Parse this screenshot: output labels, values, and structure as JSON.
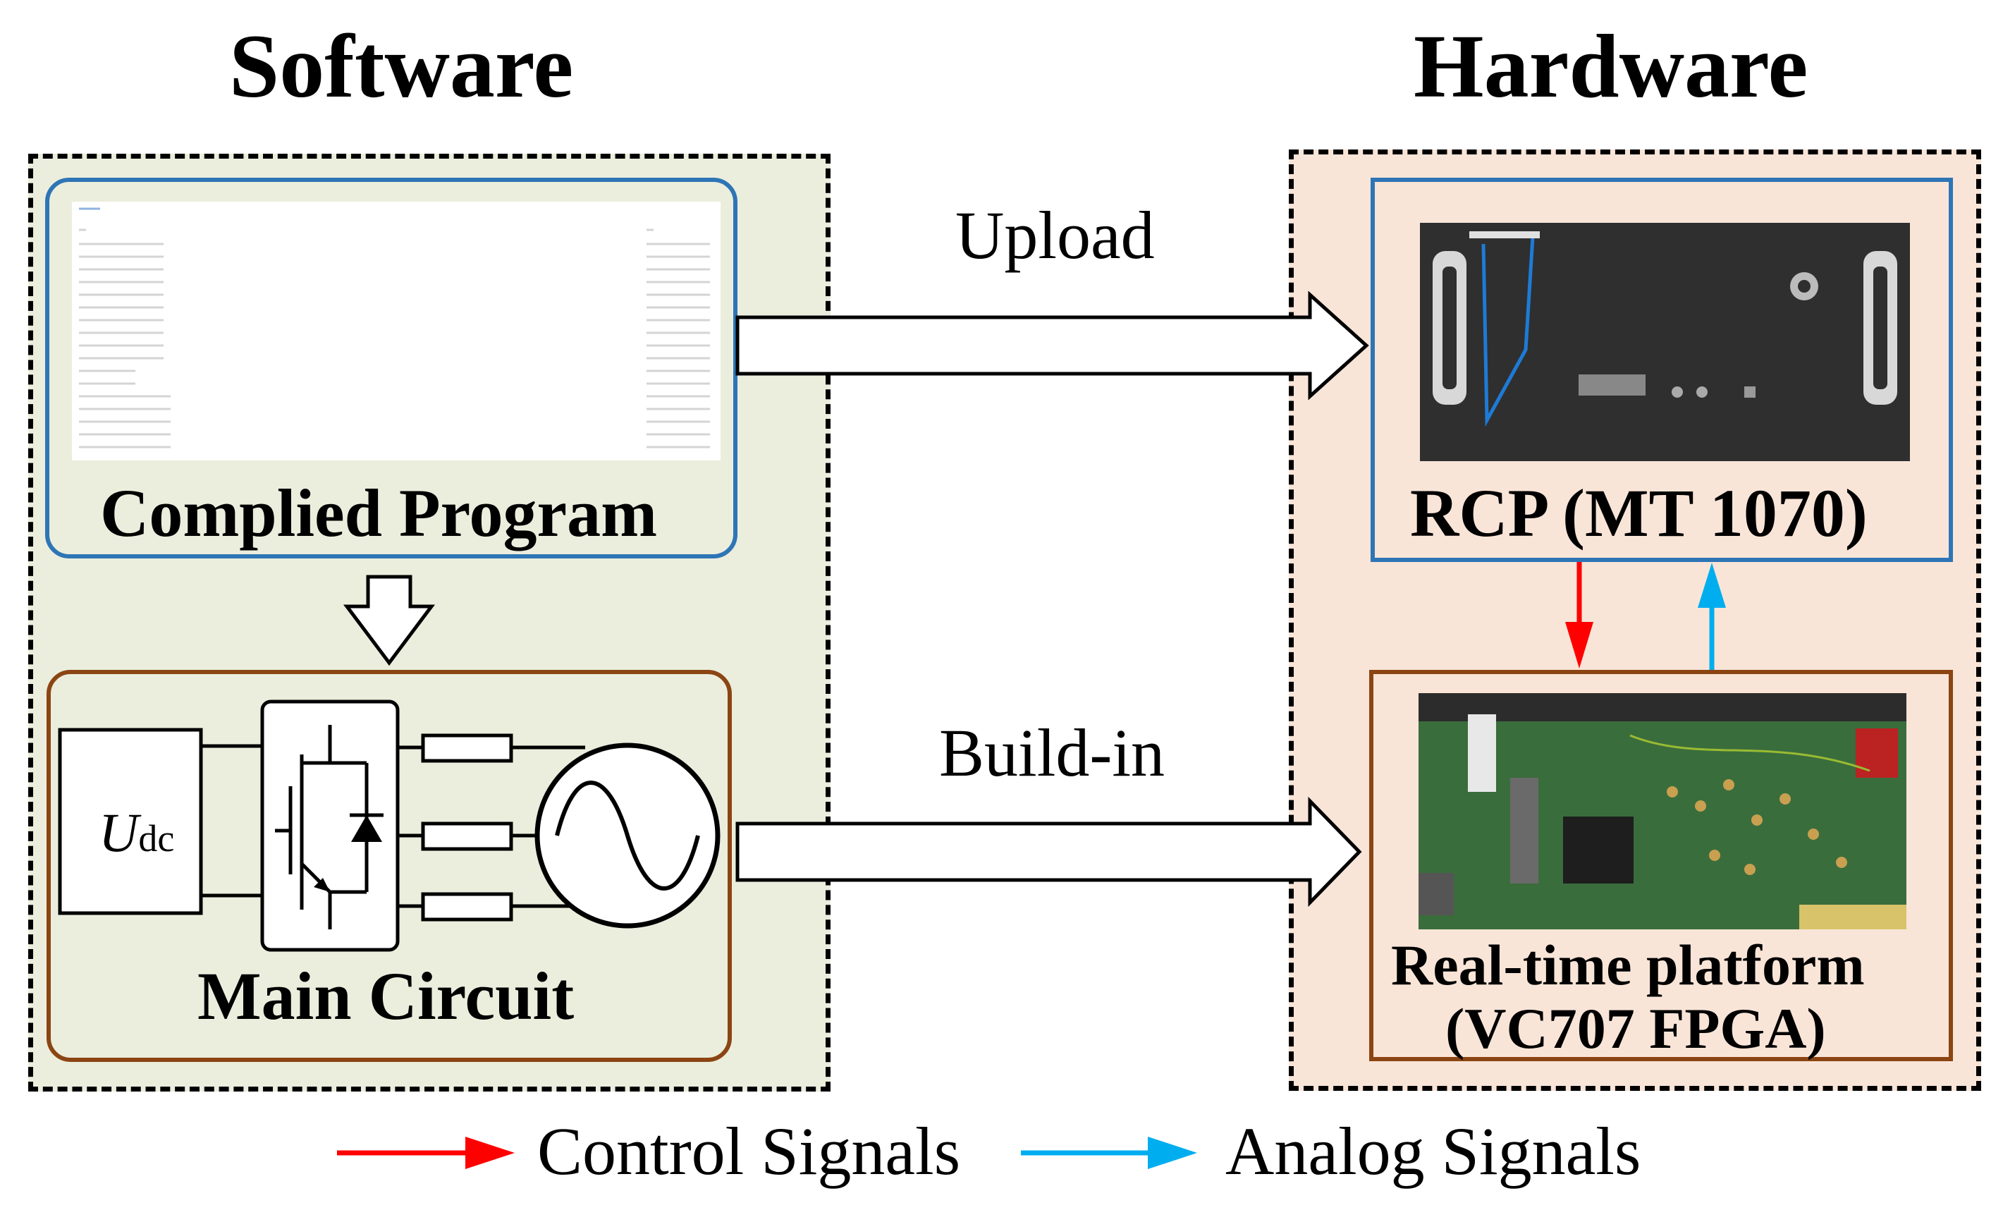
{
  "software": {
    "title": "Software",
    "compiled_program_label": "Complied Program",
    "main_circuit_label": "Main Circuit",
    "udc_symbol": "U",
    "udc_subscript": "dc"
  },
  "hardware": {
    "title": "Hardware",
    "rcp_label": "RCP (MT 1070)",
    "platform_label_line1": "Real-time platform",
    "platform_label_line2": "(VC707 FPGA)"
  },
  "arrows": {
    "upload": "Upload",
    "build_in": "Build-in"
  },
  "legend": {
    "control": "Control Signals",
    "analog": "Analog Signals"
  },
  "colors": {
    "software_bg": "#ebeedd",
    "hardware_bg": "#f9e5d8",
    "blue_border": "#2e75b6",
    "brown_border": "#8b4513",
    "control_signal": "#ff0000",
    "analog_signal": "#00aeef"
  }
}
